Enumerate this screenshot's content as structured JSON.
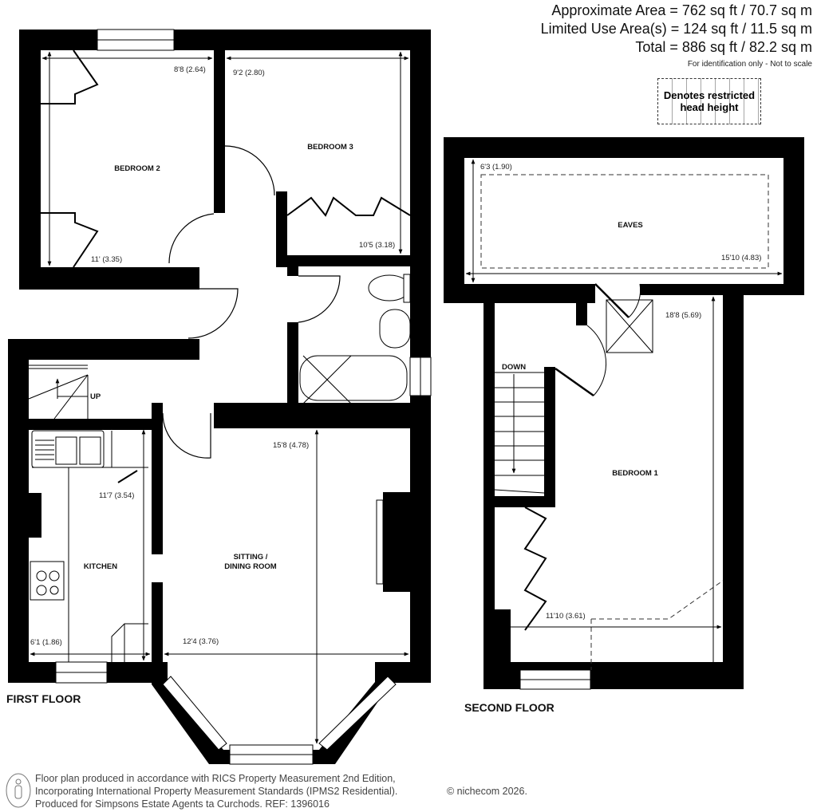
{
  "area_summary": {
    "approximate_area": "Approximate Area = 762 sq ft / 70.7 sq m",
    "limited_use_area": "Limited Use Area(s) = 124 sq ft / 11.5 sq m",
    "total": "Total = 886 sq ft / 82.2 sq m",
    "note": "For identification only - Not to scale"
  },
  "legend": {
    "restricted_line1": "Denotes restricted",
    "restricted_line2": "head height"
  },
  "first_floor": {
    "label": "FIRST FLOOR",
    "rooms": [
      {
        "name": "BEDROOM 2",
        "dims": [
          "8'8 (2.64)",
          "11' (3.35)"
        ]
      },
      {
        "name": "BEDROOM 3",
        "dims": [
          "9'2 (2.80)",
          "10'5 (3.18)"
        ]
      },
      {
        "name": "KITCHEN",
        "dims": [
          "11'7 (3.54)",
          "6'1 (1.86)"
        ]
      },
      {
        "name_line1": "SITTING /",
        "name_line2": "DINING ROOM",
        "dims": [
          "15'8 (4.78)",
          "12'4 (3.76)"
        ]
      }
    ],
    "stairs_label": "UP"
  },
  "second_floor": {
    "label": "SECOND FLOOR",
    "rooms": [
      {
        "name": "EAVES",
        "dims": [
          "6'3 (1.90)",
          "15'10 (4.83)"
        ]
      },
      {
        "name": "BEDROOM 1",
        "dims": [
          "18'8 (5.69)",
          "11'10 (3.61)"
        ]
      }
    ],
    "stairs_label": "DOWN"
  },
  "footer": {
    "line1": "Floor plan produced in accordance with RICS Property Measurement 2nd Edition,",
    "line2": "Incorporating International Property Measurement Standards (IPMS2 Residential).",
    "line3": "Produced for Simpsons Estate Agents ta Curchods.   REF: 1396016",
    "copyright": "© nichecom 2026."
  },
  "colors": {
    "wall": "#000000",
    "background": "#ffffff",
    "text": "#111111"
  }
}
